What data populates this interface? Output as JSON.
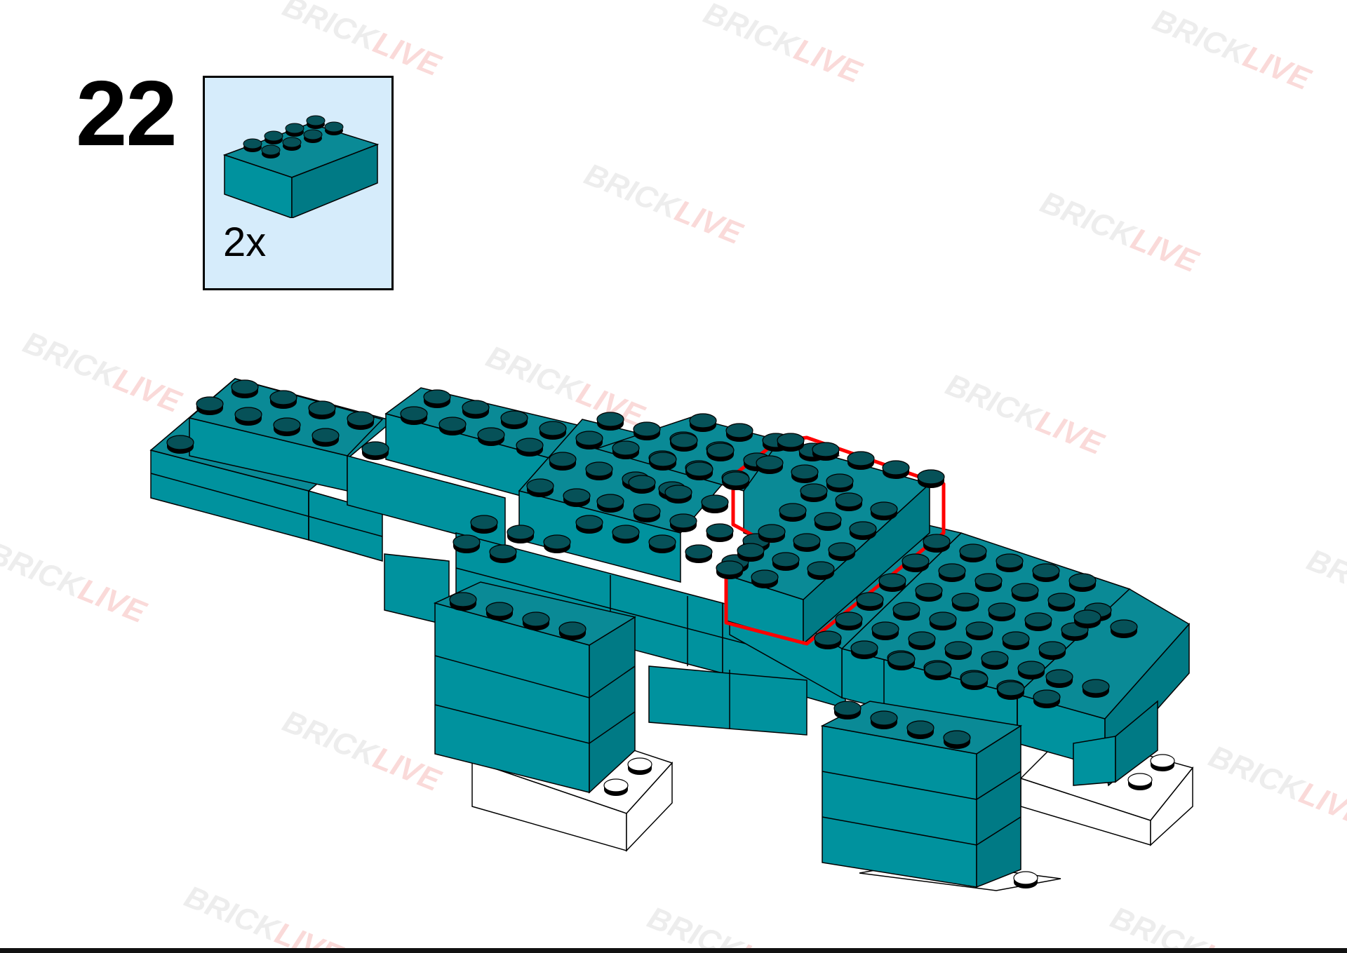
{
  "step": {
    "number": "22"
  },
  "parts_list": [
    {
      "brick": "brick 2x4",
      "quantity": "2x",
      "color": "#00909c"
    }
  ],
  "watermark": {
    "text_1": "BRICK",
    "text_2": "LIVE",
    "color_1": "#9e9e9e",
    "color_2": "#e53935"
  },
  "colors": {
    "brick_top": "#0a8a96",
    "brick_side": "#00929e",
    "brick_dark": "#007a85",
    "stud_dark": "#064d54",
    "highlight": "#ff0000",
    "white_brick": "#ffffff",
    "parts_bg": "#d6ecfb"
  }
}
